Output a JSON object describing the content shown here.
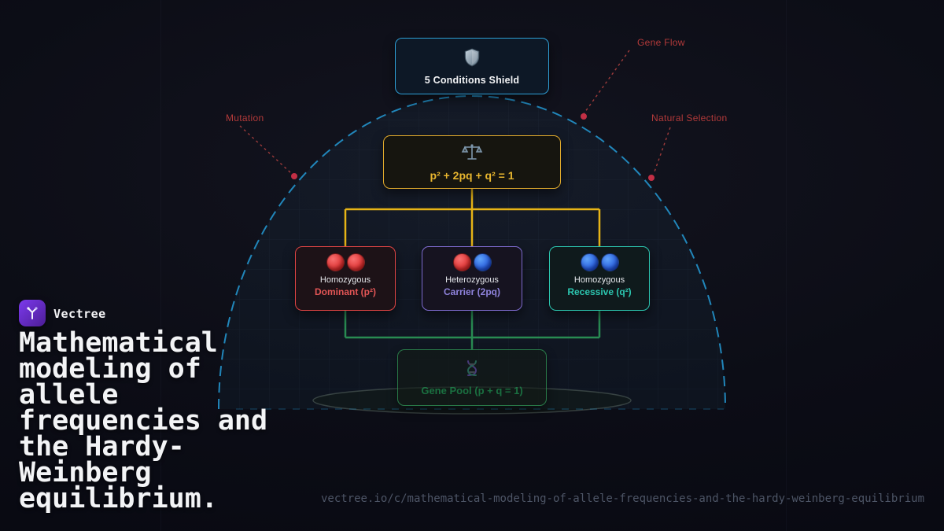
{
  "brand": {
    "name": "Vectree",
    "accent": "#6d28d9"
  },
  "title": "Mathematical modeling of allele frequencies and the Hardy-Weinberg equilibrium.",
  "footer_url": "vectree.io/c/mathematical-modeling-of-allele-frequencies-and-the-hardy-weinberg-equilibrium",
  "diagram": {
    "shield_node": {
      "label": "5 Conditions Shield",
      "border_color": "#2e9fd6"
    },
    "formula_node": {
      "label": "p² + 2pq + q² = 1",
      "text_color": "#e8b62f",
      "border_color": "#dfa92c"
    },
    "genotypes": [
      {
        "line1": "Homozygous",
        "line2": "Dominant (p²)",
        "border_color": "#e04444",
        "text_color": "#e25555",
        "alleles": [
          "red",
          "red"
        ]
      },
      {
        "line1": "Heterozygous",
        "line2": "Carrier (2pq)",
        "border_color": "#7e6bce",
        "text_color": "#8f83dc",
        "alleles": [
          "red",
          "blue"
        ]
      },
      {
        "line1": "Homozygous",
        "line2": "Recessive (q²)",
        "border_color": "#2cc6b0",
        "text_color": "#2cc6b0",
        "alleles": [
          "blue",
          "blue"
        ]
      }
    ],
    "gene_pool_node": {
      "label": "Gene Pool (p + q = 1)",
      "text_color": "#1e8a4c",
      "border_color": "#2e8c50"
    },
    "forces": [
      {
        "label": "Gene Flow"
      },
      {
        "label": "Mutation"
      },
      {
        "label": "Natural Selection"
      }
    ],
    "force_label_color": "#b33a3a",
    "dome_color": "#2494cc",
    "connector_colors": {
      "upper": "#e7b416",
      "lower": "#2da05a"
    }
  },
  "allele_colors": {
    "red": {
      "light": "#f87171",
      "dark": "#d92626"
    },
    "blue": {
      "light": "#60a5fa",
      "dark": "#1d4ed8"
    }
  }
}
